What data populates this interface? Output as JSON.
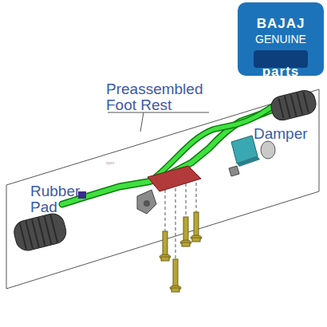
{
  "diagram": {
    "nodes": [
      {
        "text": [
          "BAJAJ",
          "GENUINE"
        ]
      },
      {
        "text": [
          "parts"
        ],
        "in": 0
      }
    ],
    "labels": [
      "Preassembled Foot Rest",
      "Damper",
      "Rubber Pad",
      "rpm"
    ]
  }
}
